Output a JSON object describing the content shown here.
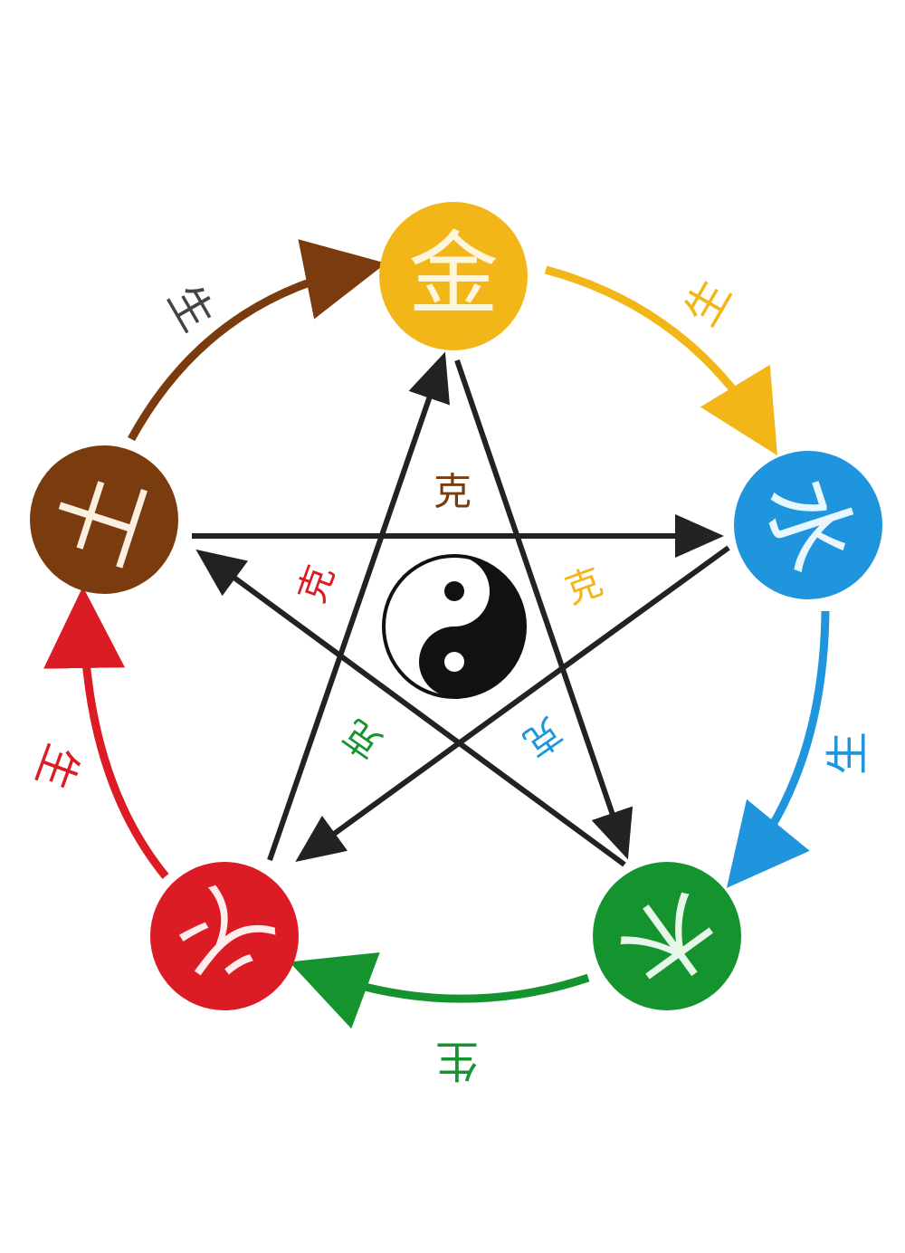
{
  "elements": {
    "metal": {
      "label": "金",
      "color": "#f2b619",
      "text_color": "#fdf6dc"
    },
    "water": {
      "label": "水",
      "color": "#1e95dc",
      "text_color": "#e8f6ff"
    },
    "wood": {
      "label": "木",
      "color": "#14932f",
      "text_color": "#e6f7ea"
    },
    "fire": {
      "label": "火",
      "color": "#dc1c24",
      "text_color": "#ffecec"
    },
    "earth": {
      "label": "土",
      "color": "#7a3c0e",
      "text_color": "#fbefe0"
    }
  },
  "generating": {
    "label": "生",
    "arcs": [
      {
        "from": "metal",
        "to": "water",
        "color": "#f2b619"
      },
      {
        "from": "water",
        "to": "wood",
        "color": "#1e95dc"
      },
      {
        "from": "wood",
        "to": "fire",
        "color": "#14932f"
      },
      {
        "from": "fire",
        "to": "earth",
        "color": "#dc1c24"
      },
      {
        "from": "earth",
        "to": "metal",
        "color": "#7a3c0e"
      }
    ]
  },
  "overcoming": {
    "label": "克",
    "arrow_color": "#222222",
    "lines": [
      {
        "from": "earth",
        "to": "water",
        "label_color": "#7a3c0e"
      },
      {
        "from": "water",
        "to": "fire",
        "label_color": "#1e95dc"
      },
      {
        "from": "fire",
        "to": "metal",
        "label_color": "#dc1c24"
      },
      {
        "from": "metal",
        "to": "wood",
        "label_color": "#f2b619"
      },
      {
        "from": "wood",
        "to": "earth",
        "label_color": "#14932f"
      }
    ]
  },
  "center": {
    "symbol": "yin-yang"
  }
}
